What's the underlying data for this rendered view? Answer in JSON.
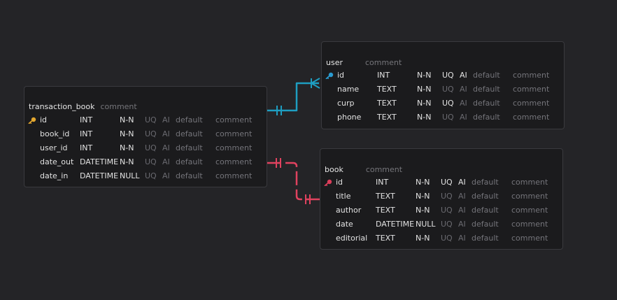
{
  "colors": {
    "background": "#242427",
    "card": "#1b1b1d",
    "border": "#3a3a3e",
    "user_relation": "#1e9ec1",
    "book_relation": "#e0425f",
    "key_transaction": "#e3a72f",
    "key_user": "#2a9bd1",
    "key_book": "#dc3e5a"
  },
  "tables": {
    "transaction_book": {
      "name": "transaction_book",
      "comment": "comment",
      "key_icon": "key-icon",
      "columns": [
        {
          "name": "id",
          "type": "INT",
          "nullable": "N-N",
          "uq": "UQ",
          "ai": "AI",
          "default": "default",
          "comment": "comment",
          "pk": true,
          "uq_active": false,
          "ai_active": false
        },
        {
          "name": "book_id",
          "type": "INT",
          "nullable": "N-N",
          "uq": "UQ",
          "ai": "AI",
          "default": "default",
          "comment": "comment",
          "pk": false,
          "uq_active": false,
          "ai_active": false
        },
        {
          "name": "user_id",
          "type": "INT",
          "nullable": "N-N",
          "uq": "UQ",
          "ai": "AI",
          "default": "default",
          "comment": "comment",
          "pk": false,
          "uq_active": false,
          "ai_active": false
        },
        {
          "name": "date_out",
          "type": "DATETIME",
          "nullable": "N-N",
          "uq": "UQ",
          "ai": "AI",
          "default": "default",
          "comment": "comment",
          "pk": false,
          "uq_active": false,
          "ai_active": false
        },
        {
          "name": "date_in",
          "type": "DATETIME",
          "nullable": "NULL",
          "uq": "UQ",
          "ai": "AI",
          "default": "default",
          "comment": "comment",
          "pk": false,
          "uq_active": false,
          "ai_active": false
        }
      ]
    },
    "user": {
      "name": "user",
      "comment": "comment",
      "key_icon": "key-icon",
      "columns": [
        {
          "name": "id",
          "type": "INT",
          "nullable": "N-N",
          "uq": "UQ",
          "ai": "AI",
          "default": "default",
          "comment": "comment",
          "pk": true,
          "uq_active": true,
          "ai_active": true
        },
        {
          "name": "name",
          "type": "TEXT",
          "nullable": "N-N",
          "uq": "UQ",
          "ai": "AI",
          "default": "default",
          "comment": "comment",
          "pk": false,
          "uq_active": false,
          "ai_active": false
        },
        {
          "name": "curp",
          "type": "TEXT",
          "nullable": "N-N",
          "uq": "UQ",
          "ai": "AI",
          "default": "default",
          "comment": "comment",
          "pk": false,
          "uq_active": true,
          "ai_active": false
        },
        {
          "name": "phone",
          "type": "TEXT",
          "nullable": "N-N",
          "uq": "UQ",
          "ai": "AI",
          "default": "default",
          "comment": "comment",
          "pk": false,
          "uq_active": false,
          "ai_active": false
        }
      ]
    },
    "book": {
      "name": "book",
      "comment": "comment",
      "key_icon": "key-icon",
      "columns": [
        {
          "name": "id",
          "type": "INT",
          "nullable": "N-N",
          "uq": "UQ",
          "ai": "AI",
          "default": "default",
          "comment": "comment",
          "pk": true,
          "uq_active": true,
          "ai_active": true
        },
        {
          "name": "title",
          "type": "TEXT",
          "nullable": "N-N",
          "uq": "UQ",
          "ai": "AI",
          "default": "default",
          "comment": "comment",
          "pk": false,
          "uq_active": false,
          "ai_active": false
        },
        {
          "name": "author",
          "type": "TEXT",
          "nullable": "N-N",
          "uq": "UQ",
          "ai": "AI",
          "default": "default",
          "comment": "comment",
          "pk": false,
          "uq_active": false,
          "ai_active": false
        },
        {
          "name": "date",
          "type": "DATETIME",
          "nullable": "NULL",
          "uq": "UQ",
          "ai": "AI",
          "default": "default",
          "comment": "comment",
          "pk": false,
          "uq_active": false,
          "ai_active": false
        },
        {
          "name": "editorial",
          "type": "TEXT",
          "nullable": "N-N",
          "uq": "UQ",
          "ai": "AI",
          "default": "default",
          "comment": "comment",
          "pk": false,
          "uq_active": false,
          "ai_active": false
        }
      ]
    }
  },
  "relations": [
    {
      "from": "transaction_book",
      "to": "user",
      "from_marker": "one",
      "to_marker": "many",
      "color": "#1e9ec1"
    },
    {
      "from": "transaction_book",
      "to": "book",
      "from_marker": "one",
      "to_marker": "one",
      "color": "#e0425f"
    }
  ]
}
